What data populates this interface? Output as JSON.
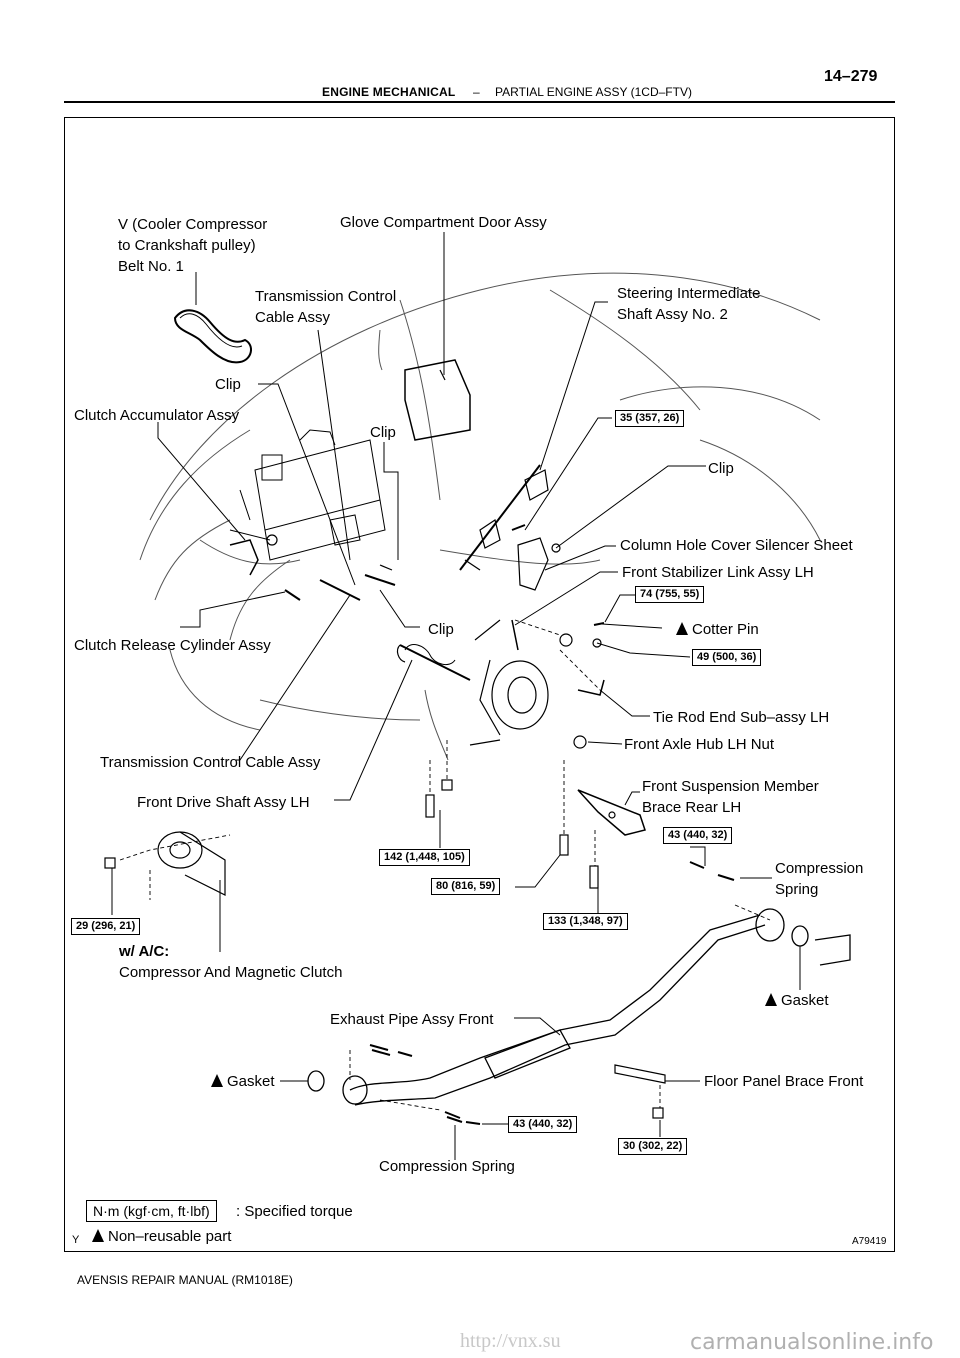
{
  "header": {
    "section": "ENGINE MECHANICAL",
    "separator": "–",
    "subsection": "PARTIAL ENGINE ASSY (1CD–FTV)",
    "page_number": "14–279"
  },
  "labels": {
    "v_belt": "V (Cooler Compressor",
    "v_belt_2": "to Crankshaft pulley)",
    "v_belt_3": "Belt No. 1",
    "glove_box": "Glove Compartment Door Assy",
    "trans_cable_1": "Transmission Control",
    "trans_cable_1b": "Cable Assy",
    "steering_shaft": "Steering Intermediate",
    "steering_shaft_2": "Shaft Assy No. 2",
    "clip_1": "Clip",
    "clutch_acc": "Clutch Accumulator Assy",
    "clip_2": "Clip",
    "clip_3": "Clip",
    "column_hole": "Column Hole Cover Silencer Sheet",
    "stab_link": "Front Stabilizer Link Assy LH",
    "cotter_pin": "Cotter Pin",
    "clip_4": "Clip",
    "clutch_release": "Clutch Release Cylinder Assy",
    "tie_rod": "Tie Rod End Sub–assy LH",
    "axle_nut": "Front Axle Hub LH Nut",
    "trans_cable_2": "Transmission Control Cable Assy",
    "susp_brace": "Front Suspension Member",
    "susp_brace_2": "Brace Rear LH",
    "drive_shaft": "Front Drive Shaft Assy LH",
    "comp_spring_1": "Compression",
    "comp_spring_1b": "Spring",
    "w_ac": "w/ A/C:",
    "compressor": "Compressor And Magnetic Clutch",
    "gasket_1": "Gasket",
    "exhaust_pipe": "Exhaust Pipe Assy Front",
    "gasket_2": "Gasket",
    "floor_brace": "Floor Panel Brace Front",
    "comp_spring_2": "Compression Spring"
  },
  "torques": {
    "t35": "35 (357, 26)",
    "t74": "74 (755, 55)",
    "t49": "49 (500, 36)",
    "t142": "142 (1,448, 105)",
    "t43a": "43 (440, 32)",
    "t80": "80 (816, 59)",
    "t133": "133 (1,348, 97)",
    "t29": "29 (296, 21)",
    "t43b": "43 (440, 32)",
    "t30": "30 (302, 22)"
  },
  "legend": {
    "unit_box": "N·m (kgf·cm, ft·lbf)",
    "specified": ": Specified torque",
    "non_reusable": "Non–reusable part",
    "corner_mark": "Y"
  },
  "figure_id": "A79419",
  "footer": "AVENSIS REPAIR MANUAL   (RM1018E)",
  "watermarks": {
    "left": "http://vnx.su",
    "right": "carmanualsonline.info"
  }
}
